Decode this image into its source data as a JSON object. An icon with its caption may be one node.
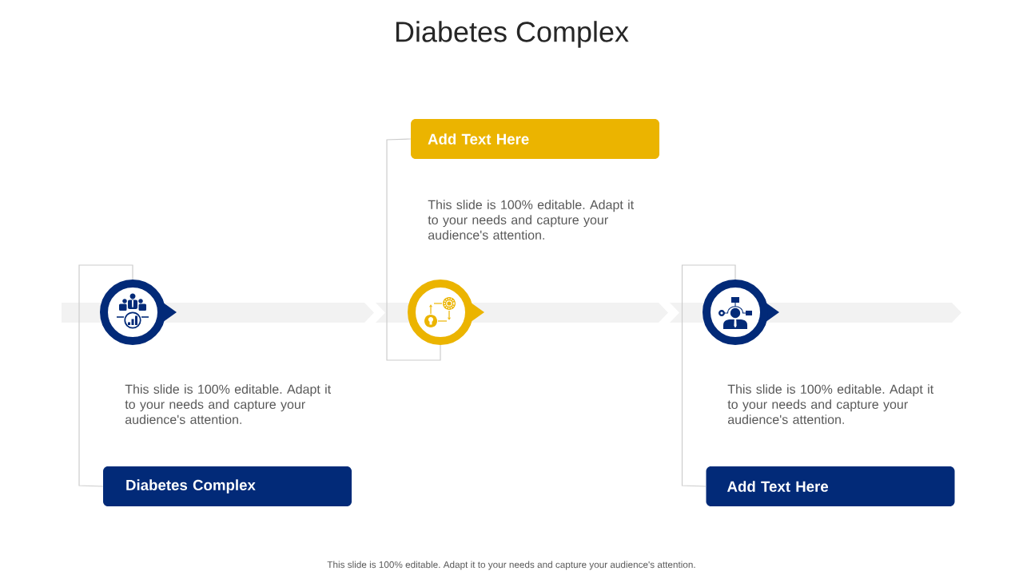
{
  "diagram": {
    "title": "Diabetes Complex",
    "nodes": [
      {
        "text": [],
        "shape": "circle"
      },
      {
        "text": [
          "Diabetes Complex"
        ],
        "beside": [
          "This slide is 100% editable. Adapt it to your needs and capture your audience's attention."
        ]
      },
      {
        "text": [
          "Add Text Here"
        ],
        "beside": [
          "This slide is 100% editable. Adapt it to your needs and capture your audience's attention."
        ]
      },
      {
        "text": [],
        "shape": "circle"
      },
      {
        "text": [],
        "shape": "circle"
      },
      {
        "text": [
          "Add Text Here"
        ],
        "beside": [
          "This slide is 100% editable. Adapt it to your needs and capture your audience's attention."
        ]
      }
    ],
    "edges": [
      {
        "from": 0,
        "to": 1,
        "arrow": "none"
      },
      {
        "from": 2,
        "to": 3,
        "arrow": "none"
      },
      {
        "from": 4,
        "to": 5,
        "arrow": "none"
      }
    ],
    "labels": [
      "This slide is 100% editable. Adapt it to your needs and capture your audience's attention."
    ]
  }
}
